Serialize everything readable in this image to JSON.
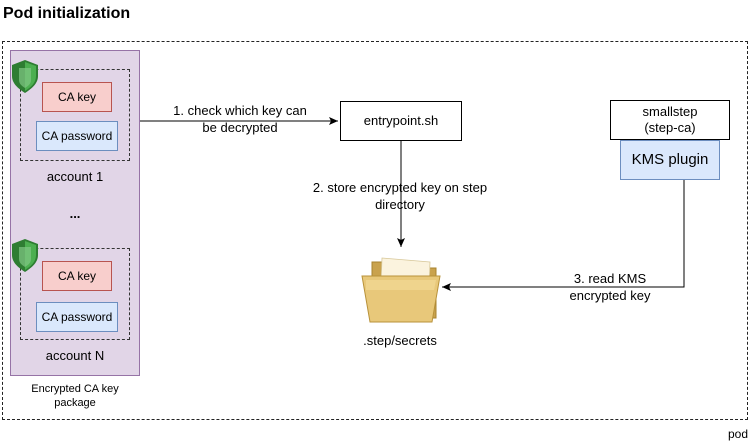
{
  "title": "Pod initialization",
  "pod_label": "pod",
  "package": {
    "label": "Encrypted CA key package",
    "accounts": [
      {
        "ca_key": "CA key",
        "ca_password": "CA password",
        "name": "account 1"
      },
      {
        "ca_key": "CA key",
        "ca_password": "CA password",
        "name": "account N"
      }
    ],
    "ellipsis": "..."
  },
  "entrypoint": {
    "label": "entrypoint.sh"
  },
  "smallstep": {
    "label": "smallstep (step-ca)",
    "plugin": "KMS plugin"
  },
  "folder": {
    "label": ".step/secrets"
  },
  "edges": [
    {
      "label": "1. check which key can be decrypted"
    },
    {
      "label": "2. store encrypted key on step directory"
    },
    {
      "label": "3. read KMS encrypted key"
    }
  ],
  "colors": {
    "package_fill": "#e1d5e7",
    "package_stroke": "#9673a6",
    "key_fill": "#f8cecc",
    "key_stroke": "#b85450",
    "password_fill": "#dae8fc",
    "password_stroke": "#6c8ebf",
    "shield": "#3d8b3d",
    "folder": "#e8c87a"
  }
}
